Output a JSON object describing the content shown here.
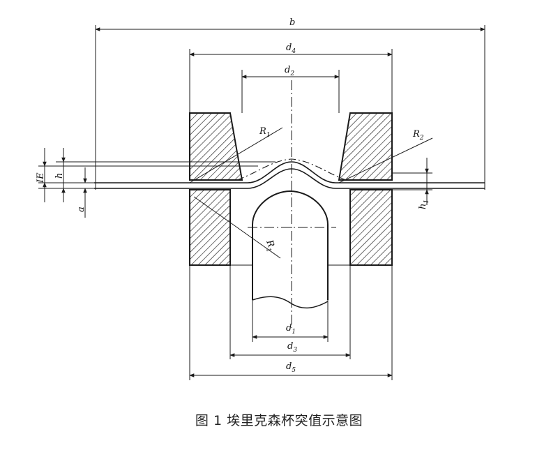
{
  "caption": "图 1  埃里克森杯突值示意图",
  "labels": {
    "b": "b",
    "d4": "d",
    "d4_sub": "4",
    "d2": "d",
    "d2_sub": "2",
    "d1": "d",
    "d1_sub": "1",
    "d3": "d",
    "d3_sub": "3",
    "d5": "d",
    "d5_sub": "5",
    "R1": "R",
    "R1_sub": "1",
    "R2": "R",
    "R2_sub": "2",
    "R1_lower": "R",
    "R1_lower_sub": "1",
    "IE": "IE",
    "h": "h",
    "a": "a",
    "h1": "h",
    "h1_sub": "1"
  },
  "colors": {
    "line": "#1a1a1a",
    "hatch": "#1a1a1a",
    "background": "#ffffff"
  }
}
